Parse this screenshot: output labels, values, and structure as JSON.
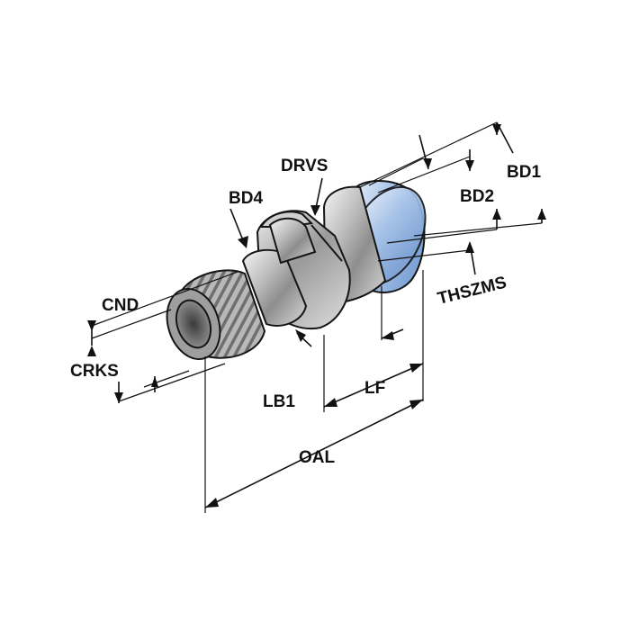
{
  "dimensions": {
    "drvs": "DRVS",
    "bd4": "BD4",
    "bd2": "BD2",
    "bd1": "BD1",
    "cnd": "CND",
    "crks": "CRKS",
    "thszms": "THSZMS",
    "lb1": "LB1",
    "lf": "LF",
    "oal": "OAL"
  },
  "colors": {
    "body": "#c9c9c9",
    "flange": "#a9c4e6",
    "outline": "#151515"
  }
}
